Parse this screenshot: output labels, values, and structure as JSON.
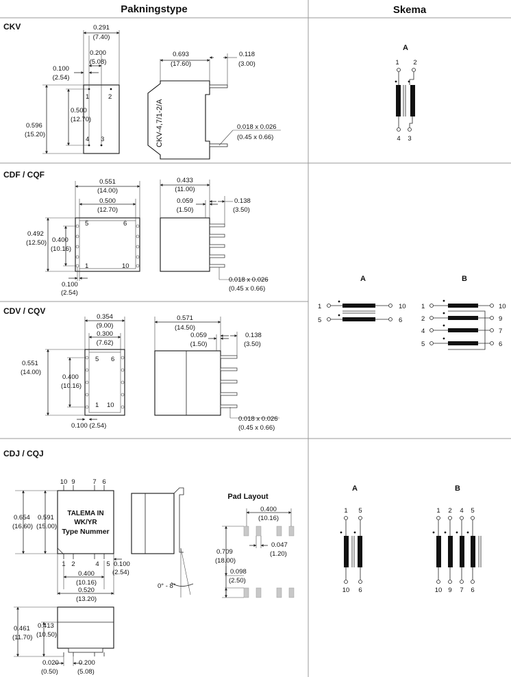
{
  "headers": {
    "package": "Pakningstype",
    "schema": "Skema"
  },
  "ckv": {
    "title": "CKV",
    "dims": {
      "w_in": "0.291",
      "w_mm": "(7.40)",
      "p_in": "0.200",
      "p_mm": "(5.08)",
      "o_in": "0.100",
      "o_mm": "(2.54)",
      "pv_in": "0.500",
      "pv_mm": "(12.70)",
      "h_in": "0.596",
      "h_mm": "(15.20)",
      "l_in": "0.693",
      "l_mm": "(17.60)",
      "t_in": "0.118",
      "t_mm": "(3.00)",
      "pin_in": "0.018 x 0.026",
      "pin_mm": "(0.45 x 0.66)"
    },
    "pins": [
      "1",
      "2",
      "4",
      "3"
    ],
    "marking": "CKV-4,7/1-2/A",
    "schema": {
      "label": "A",
      "pins": [
        "1",
        "2",
        "4",
        "3"
      ]
    }
  },
  "cdf": {
    "title": "CDF / CQF",
    "dims": {
      "w_in": "0.551",
      "w_mm": "(14.00)",
      "p_in": "0.500",
      "p_mm": "(12.70)",
      "h_in": "0.492",
      "h_mm": "(12.50)",
      "pv_in": "0.400",
      "pv_mm": "(10.16)",
      "o_in": "0.100",
      "o_mm": "(2.54)",
      "l_in": "0.433",
      "l_mm": "(11.00)",
      "s_in": "0.059",
      "s_mm": "(1.50)",
      "t_in": "0.138",
      "t_mm": "(3.50)",
      "pin_in": "0.018 x 0.026",
      "pin_mm": "(0.45 x 0.66)"
    },
    "pins": [
      "5",
      "6",
      "1",
      "10"
    ]
  },
  "cdv": {
    "title": "CDV / CQV",
    "dims": {
      "w_in": "0.354",
      "w_mm": "(9.00)",
      "p_in": "0.300",
      "p_mm": "(7.62)",
      "h_in": "0.551",
      "h_mm": "(14.00)",
      "pv_in": "0.400",
      "pv_mm": "(10.16)",
      "o_text": "0.100 (2.54)",
      "l_in": "0.571",
      "l_mm": "(14.50)",
      "s_in": "0.059",
      "s_mm": "(1.50)",
      "t_in": "0.138",
      "t_mm": "(3.50)",
      "pin_in": "0.018 x 0.026",
      "pin_mm": "(0.45 x 0.66)"
    },
    "pins": [
      "5",
      "6",
      "1",
      "10"
    ]
  },
  "schema_mid": {
    "a": {
      "label": "A",
      "pins": [
        "1",
        "10",
        "5",
        "6"
      ]
    },
    "b": {
      "label": "B",
      "pins": [
        "1",
        "10",
        "2",
        "9",
        "4",
        "7",
        "5",
        "6"
      ]
    }
  },
  "cdj": {
    "title": "CDJ / CQJ",
    "top_pins": [
      "10",
      "9",
      "7",
      "6"
    ],
    "bottom_pins": [
      "1",
      "2",
      "4",
      "5"
    ],
    "marking": [
      "TALEMA  IN",
      "WK/YR",
      "Type Nummer"
    ],
    "dims": {
      "h_in": "0.654",
      "h_mm": "(16.60)",
      "h2_in": "0.591",
      "h2_mm": "(15.00)",
      "o_in": "0.100",
      "o_mm": "(2.54)",
      "p_in": "0.400",
      "p_mm": "(10.16)",
      "w_in": "0.520",
      "w_mm": "(13.20)",
      "sh_in": "0.461",
      "sh_mm": "(11.70)",
      "sb_in": "0.413",
      "sb_mm": "(10.50)",
      "g_in": "0.020",
      "g_mm": "(0.50)",
      "pp_in": "0.200",
      "pp_mm": "(5.08)"
    },
    "angle": "0° - 8°",
    "pad": {
      "title": "Pad Layout",
      "w_in": "0.400",
      "w_mm": "(10.16)",
      "h_in": "0.709",
      "h_mm": "(18.00)",
      "s_in": "0.047",
      "s_mm": "(1.20)",
      "g_in": "0.098",
      "g_mm": "(2.50)"
    },
    "schema": {
      "a": {
        "label": "A",
        "top": [
          "1",
          "5"
        ],
        "bottom": [
          "10",
          "6"
        ]
      },
      "b": {
        "label": "B",
        "top": [
          "1",
          "2",
          "4",
          "5"
        ],
        "bottom": [
          "10",
          "9",
          "7",
          "6"
        ]
      }
    }
  }
}
